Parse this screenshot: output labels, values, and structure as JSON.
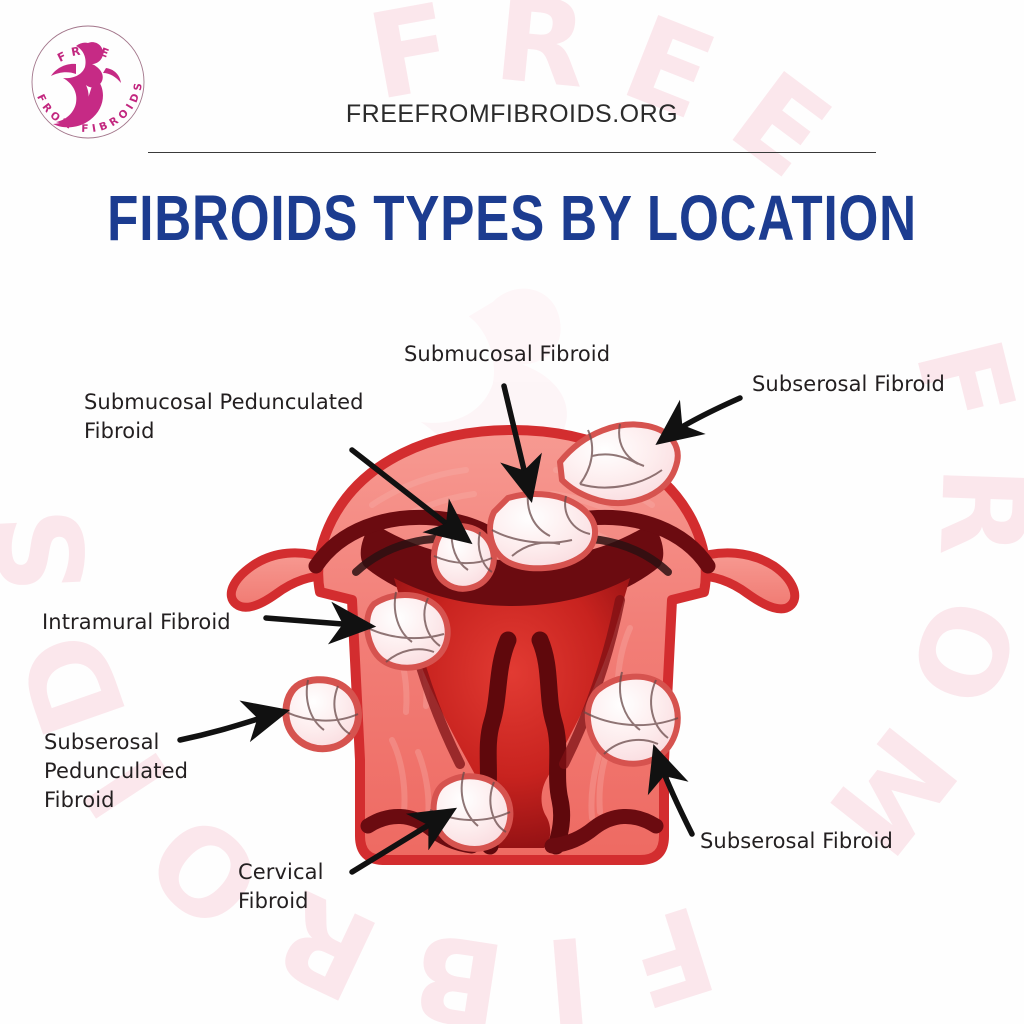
{
  "brand": {
    "logo_top_text": "FREE",
    "logo_bottom_text": "FROM FIBROIDS",
    "logo_icon": "dancing-woman-icon",
    "logo_color": "#c2277f",
    "watermark_text": "FREE FROM FIBROIDS",
    "watermark_color": "#fbe9ef"
  },
  "header": {
    "site_url": "FREEFROMFIBROIDS.ORG",
    "title": "FIBROIDS TYPES BY LOCATION",
    "title_color": "#1c3c90",
    "url_color": "#2b2b2b",
    "rule_color": "#3a3a3a"
  },
  "diagram": {
    "name": "uterus-cross-section",
    "colors": {
      "uterus_outline": "#d32d2f",
      "uterus_body_light": "#f58e86",
      "uterus_body_mid": "#ef6a63",
      "cavity_dark": "#6b0b10",
      "cavity_deep": "#8e1014",
      "fibroid_fill": "#fdeaec",
      "fibroid_line": "#5d4040",
      "arrow_color": "#111111"
    }
  },
  "labels": {
    "submucosal_pedunculated": "Submucosal Pedunculated\nFibroid",
    "submucosal": "Submucosal Fibroid",
    "subserosal_top": "Subserosal Fibroid",
    "intramural": "Intramural Fibroid",
    "subserosal_pedunculated": "Subserosal\nPedunculated\nFibroid",
    "cervical": "Cervical\nFibroid",
    "subserosal_bottom": "Subserosal Fibroid"
  }
}
